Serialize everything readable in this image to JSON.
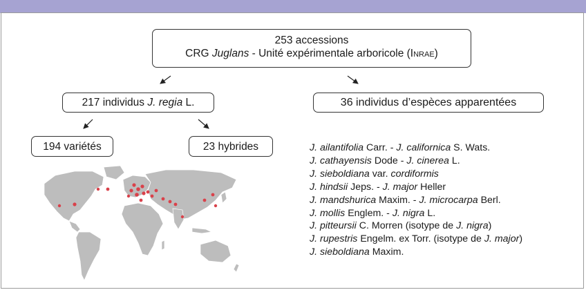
{
  "root": {
    "line1": "253 accessions",
    "line2_prefix": "CRG ",
    "line2_genus": "Juglans",
    "line2_mid": " - Unité expérimentale arboricole (",
    "line2_inst": "Inrae",
    "line2_end": ")"
  },
  "regia": {
    "prefix": "217 individus ",
    "species": "J. regia",
    "suffix": " L."
  },
  "apparentees": {
    "label": "36 individus d’espèces apparentées"
  },
  "varietes": {
    "label": "194 variétés"
  },
  "hybrides": {
    "label": "23 hybrides"
  },
  "species_list": [
    [
      {
        "t": "J. ailantifolia",
        "i": true
      },
      {
        "t": " Carr. - "
      },
      {
        "t": "J. californica",
        "i": true
      },
      {
        "t": " S. Wats."
      }
    ],
    [
      {
        "t": "J. cathayensis",
        "i": true
      },
      {
        "t": " Dode - "
      },
      {
        "t": "J. cinerea",
        "i": true
      },
      {
        "t": " L."
      }
    ],
    [
      {
        "t": "J. sieboldiana",
        "i": true
      },
      {
        "t": " var. "
      },
      {
        "t": "cordiformis",
        "i": true
      }
    ],
    [
      {
        "t": "J. hindsii",
        "i": true
      },
      {
        "t": " Jeps. - "
      },
      {
        "t": "J. major",
        "i": true
      },
      {
        "t": " Heller"
      }
    ],
    [
      {
        "t": "J. mandshurica",
        "i": true
      },
      {
        "t": " Maxim. - "
      },
      {
        "t": "J. microcarpa",
        "i": true
      },
      {
        "t": " Berl."
      }
    ],
    [
      {
        "t": "J. mollis",
        "i": true
      },
      {
        "t": " Englem. - "
      },
      {
        "t": "J. nigra",
        "i": true
      },
      {
        "t": " L."
      }
    ],
    [
      {
        "t": "J. pitteursii",
        "i": true
      },
      {
        "t": " C. Morren (isotype de "
      },
      {
        "t": "J. nigra",
        "i": true
      },
      {
        "t": ")"
      }
    ],
    [
      {
        "t": "J. rupestris",
        "i": true
      },
      {
        "t": " Engelm. ex Torr. (isotype de "
      },
      {
        "t": "J. major",
        "i": true
      },
      {
        "t": ")"
      }
    ],
    [
      {
        "t": "J. sieboldiana",
        "i": true
      },
      {
        "t": " Maxim."
      }
    ]
  ],
  "colors": {
    "header_band": "#a6a3d2",
    "map_land": "#b9b9b9",
    "map_dot": "#d9414a"
  }
}
